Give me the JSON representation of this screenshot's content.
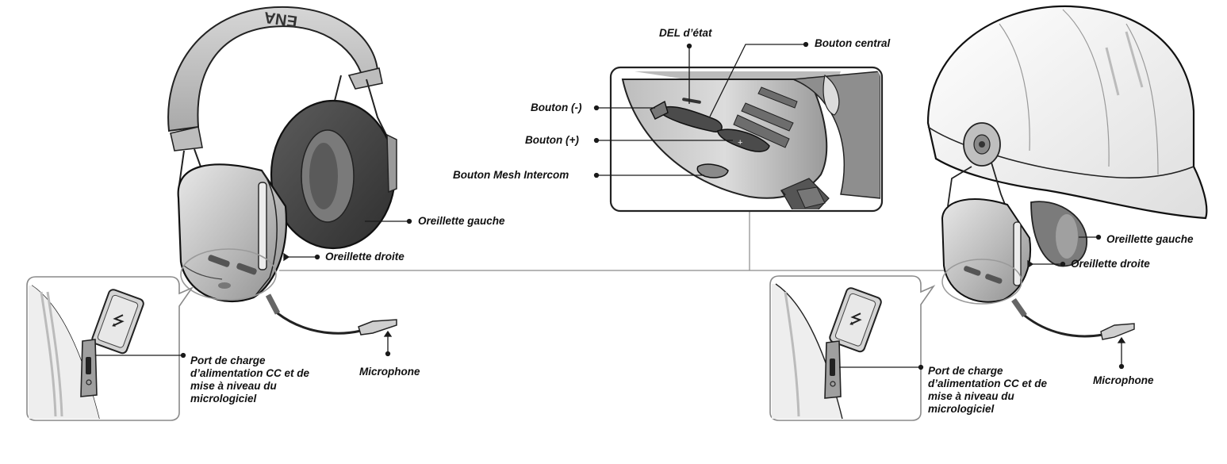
{
  "labels": {
    "del_etat": "DEL d’état",
    "bouton_central": "Bouton central",
    "bouton_moins": "Bouton (-)",
    "bouton_plus": "Bouton (+)",
    "bouton_mesh": "Bouton Mesh Intercom",
    "left_oreillette_gauche": "Oreillette gauche",
    "left_oreillette_droite": "Oreillette droite",
    "left_port_lines": [
      "Port de charge",
      "d’alimentation CC et de",
      "mise à niveau du",
      "micrologiciel"
    ],
    "left_microphone": "Microphone",
    "right_oreillette_gauche": "Oreillette gauche",
    "right_oreillette_droite": "Oreillette droite",
    "right_port_lines": [
      "Port de charge",
      "d’alimentation CC et de",
      "mise à niveau du",
      "micrologiciel"
    ],
    "right_microphone": "Microphone"
  },
  "headband_text": "ENA",
  "colors": {
    "line": "#1a1a1a",
    "headband": "#c9c9c9",
    "cup_body": "#c4c4c4",
    "cushion": "#4a4a4a",
    "cushion_inner": "#6d6d6d",
    "helmet": "#f4f4f4",
    "panel_border": "#8a8a8a"
  }
}
